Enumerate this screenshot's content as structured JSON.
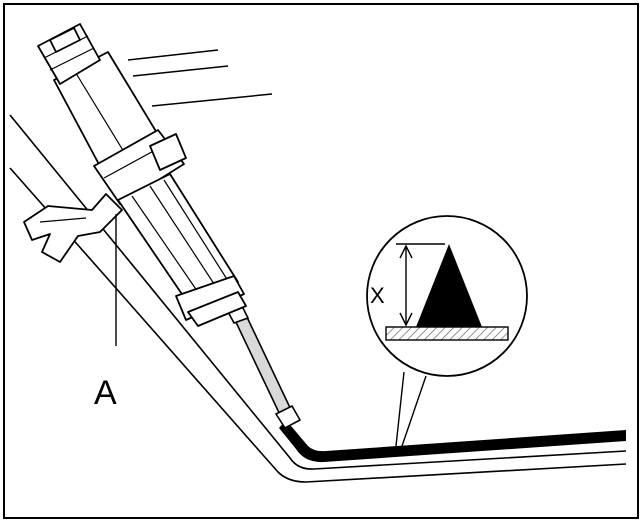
{
  "labels": {
    "callout_a": "A",
    "dimension_x": "X"
  },
  "colors": {
    "ink": "#000000",
    "paper": "#ffffff",
    "hatch": "#555555"
  },
  "icons": {
    "tool": "sealant-gun-icon",
    "bead": "sealant-bead-shape"
  }
}
